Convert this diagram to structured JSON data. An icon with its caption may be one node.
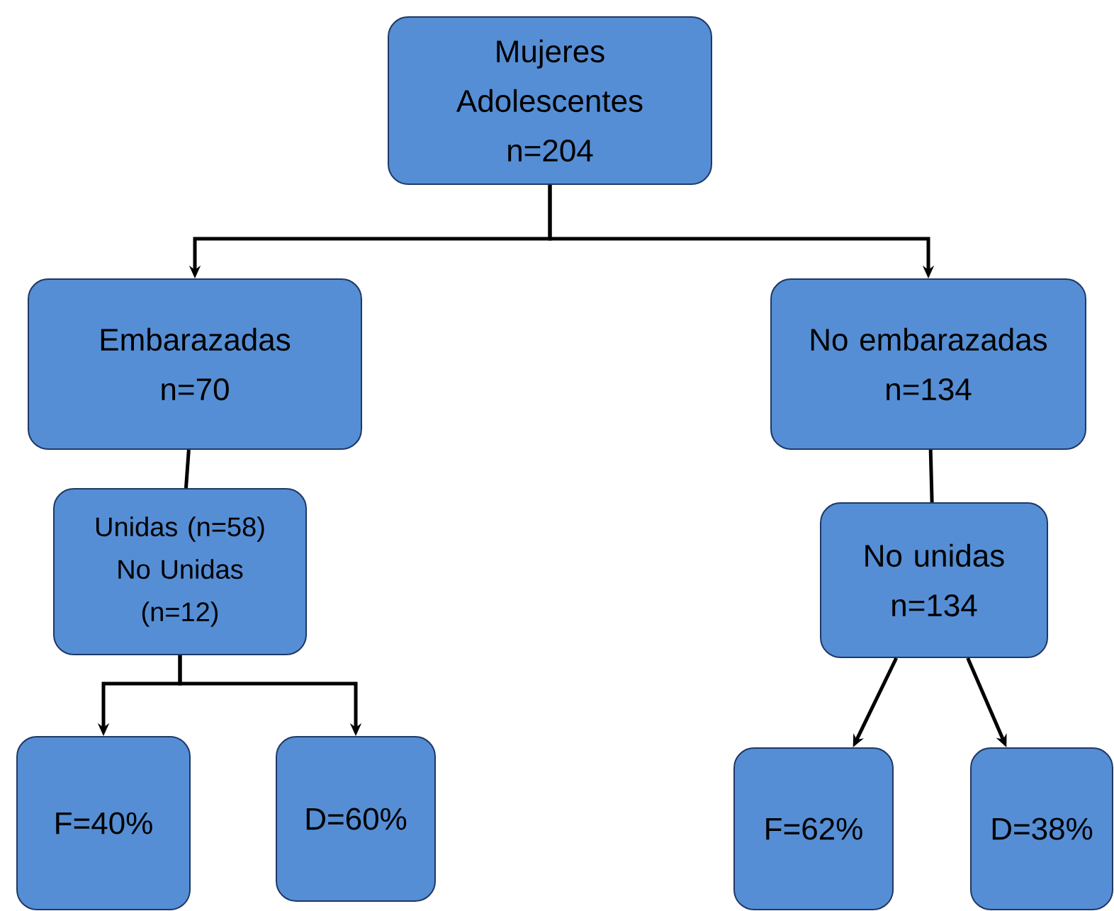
{
  "diagram": {
    "nodes": [
      {
        "text": [
          "Mujeres Adolescentes",
          "n=204"
        ]
      },
      {
        "text": [
          "Embarazadas",
          "n=70"
        ]
      },
      {
        "text": [
          "No embarazadas",
          "n=134"
        ]
      },
      {
        "text": [
          "Unidas (n=58)",
          "No Unidas (n=12)"
        ]
      },
      {
        "text": [
          "No unidas",
          "n=134"
        ]
      },
      {
        "text": [
          "F=40%"
        ]
      },
      {
        "text": [
          "D=60%"
        ]
      },
      {
        "text": [
          "F=62%"
        ]
      },
      {
        "text": [
          "D=38%"
        ]
      }
    ],
    "edges": [
      {
        "from": 0,
        "to": 1,
        "arrow": "to"
      },
      {
        "from": 0,
        "to": 2,
        "arrow": "to"
      },
      {
        "from": 1,
        "to": 3,
        "arrow": "none"
      },
      {
        "from": 2,
        "to": 4,
        "arrow": "none"
      },
      {
        "from": 3,
        "to": 5,
        "arrow": "to"
      },
      {
        "from": 3,
        "to": 6,
        "arrow": "to"
      },
      {
        "from": 4,
        "to": 7,
        "arrow": "to"
      },
      {
        "from": 4,
        "to": 8,
        "arrow": "to"
      }
    ]
  }
}
